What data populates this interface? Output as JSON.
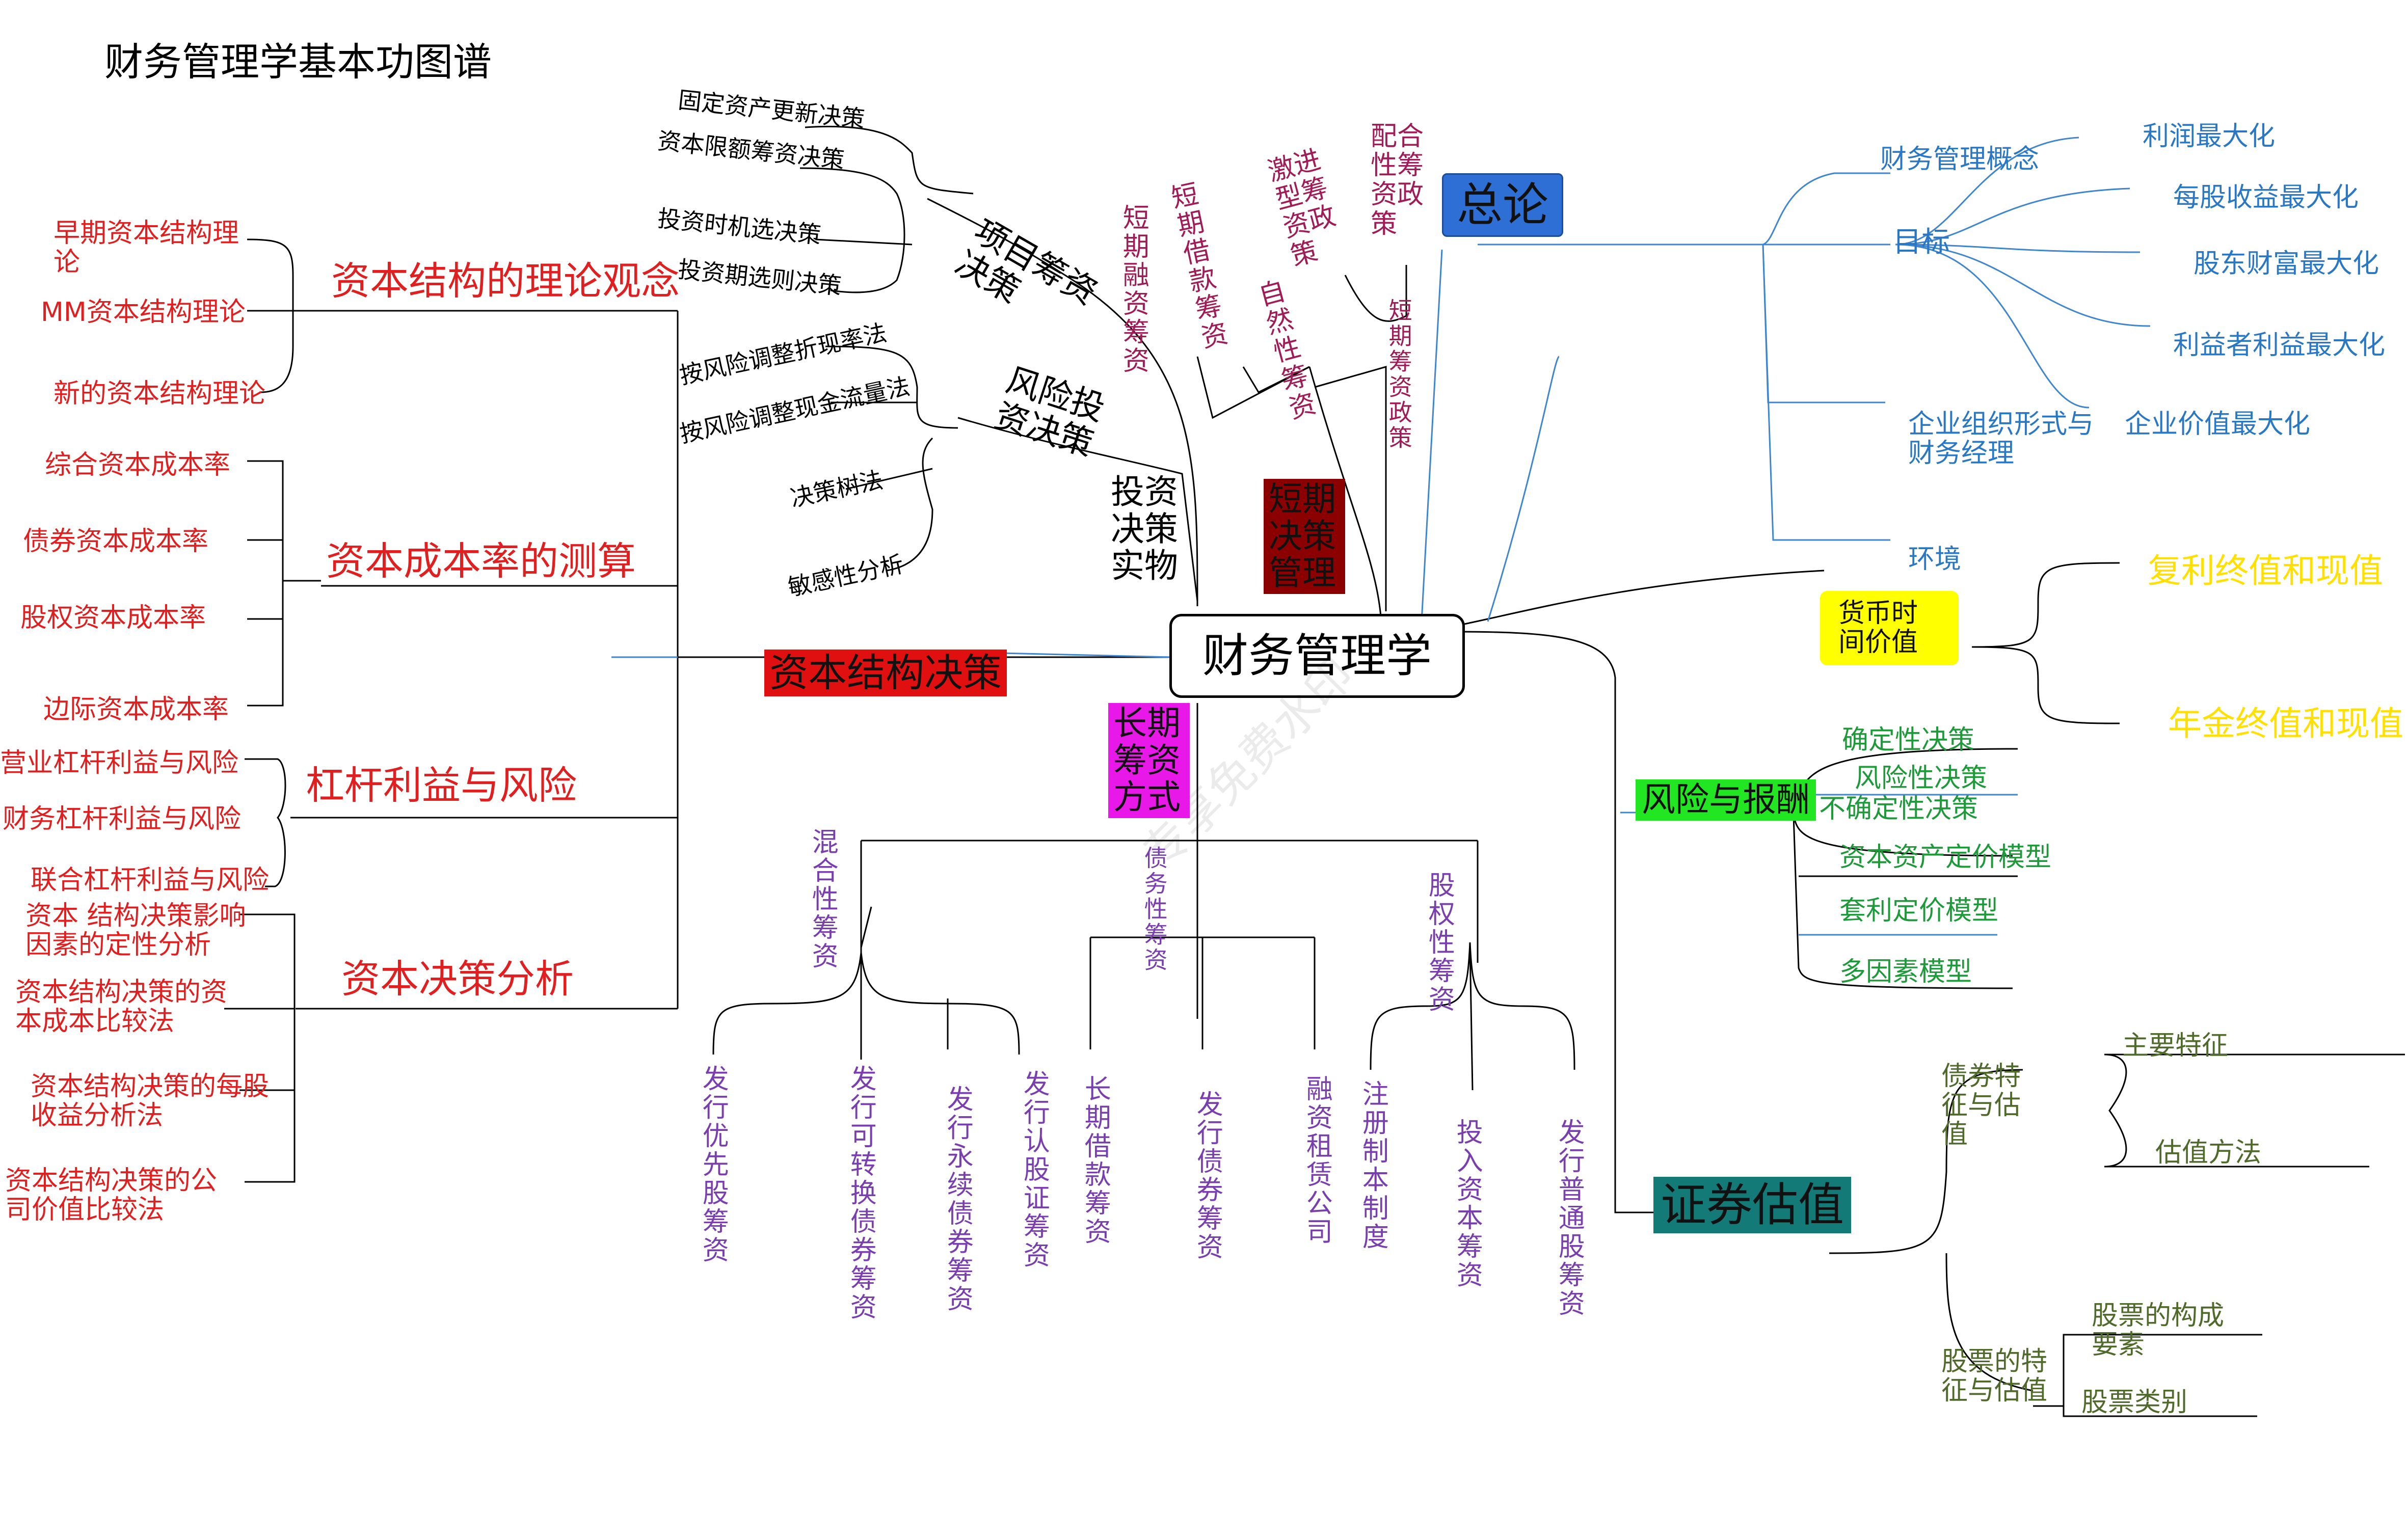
{
  "title": "财务管理学基本功图谱",
  "center": "财务管理学",
  "watermark": "专享免费水印",
  "left": {
    "capital_structure_decision": "资本结构决策",
    "theory_view": {
      "title": "资本结构的理论观念",
      "items": [
        "早期资本结构理论",
        "MM资本结构理论",
        "新的资本结构理论"
      ]
    },
    "cost_of_capital": {
      "title": "资本成本率的测算",
      "items": [
        "综合资本成本率",
        "债券资本成本率",
        "股权资本成本率",
        "边际资本成本率"
      ]
    },
    "leverage": {
      "title": "杠杆利益与风险",
      "items": [
        "营业杠杆利益与风险",
        "财务杠杆利益与风险",
        "联合杠杆利益与风险"
      ]
    },
    "decision_analysis": {
      "title": "资本决策分析",
      "items": [
        "资本 结构决策影响因素的定性分析",
        "资本结构决策的资本成本比较法",
        "资本结构决策的每股收益分析法",
        "资本结构决策的公司价值比较法"
      ]
    }
  },
  "top": {
    "investment_practice": "投资决策实物",
    "project_decision": {
      "title": "项目筹资决策",
      "items": [
        "固定资产更新决策",
        "资本限额筹资决策",
        "投资时机选决策",
        "投资期选则决策"
      ]
    },
    "risk_decision": {
      "title": "风险投资决策",
      "items": [
        "按风险调整折现率法",
        "按风险调整现金流量法",
        "决策树法",
        "敏感性分析"
      ]
    },
    "short_term": {
      "title": "短期决策管理",
      "items": [
        "短期融资筹资",
        "短期借款筹资",
        "激进型筹资政策",
        "自然性筹资",
        "配合性筹资政策",
        "短期筹资政策"
      ]
    }
  },
  "bottom": {
    "long_term": "长期筹资方式",
    "mixed": {
      "title": "混合性筹资",
      "items": [
        "发行优先股筹资",
        "发行可转换债券筹资",
        "发行永续债券筹资",
        "发行认股证筹资"
      ]
    },
    "debt": {
      "title": "债务性筹资",
      "items": [
        "长期借款筹资",
        "发行债券筹资",
        "融资租赁公司"
      ]
    },
    "equity": {
      "title": "股权性筹资",
      "items": [
        "注册制本制度",
        "投入资本筹资",
        "发行普通股筹资"
      ]
    }
  },
  "right": {
    "overview": {
      "title": "总论",
      "concept": "财务管理概念",
      "goal": "目标",
      "goal_items": [
        "利润最大化",
        "每股收益最大化",
        "股东财富最大化",
        "利益者利益最大化",
        "企业价值最大化"
      ],
      "org": "企业组织形式与财务经理",
      "env": "环境"
    },
    "time_value": {
      "title": "货币时间价值",
      "items": [
        "复利终值和现值",
        "年金终值和现值"
      ]
    },
    "risk_return": {
      "title": "风险与报酬",
      "items": [
        "确定性决策",
        "风险性决策",
        "不确定性决策",
        "资本资产定价模型",
        "套利定价模型",
        "多因素模型"
      ]
    },
    "valuation": {
      "title": "证券估值",
      "bond": "债券特征与估值",
      "bond_items": [
        "主要特征",
        "估值方法"
      ],
      "stock": "股票的特征与估值",
      "stock_items": [
        "股票的构成要素",
        "股票类别"
      ]
    }
  },
  "colors": {
    "red": "#e02020",
    "blue": "#2a77c4",
    "purple": "#7a3fae",
    "magenta": "#a01c56",
    "green": "#1e9a3b",
    "olive": "#4f6a2a",
    "yellow": "#ffe000"
  }
}
